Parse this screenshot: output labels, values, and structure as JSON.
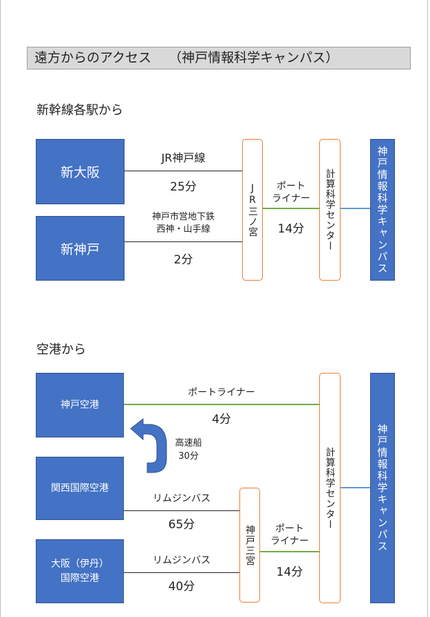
{
  "title": "遠方からのアクセス　 （神戸情報科学キャンパス）",
  "shinkansen": {
    "heading": "新幹線各駅から",
    "shin_osaka": {
      "station": "新大阪",
      "route": "JR神戸線",
      "time": "25分"
    },
    "shin_kobe": {
      "station": "新神戸",
      "route_line1": "神戸市営地下鉄",
      "route_line2": "西神・山手線",
      "time": "2分"
    },
    "transfer": "JR三ノ宮",
    "portliner": {
      "line1": "ポート",
      "line2": "ライナー",
      "time": "14分"
    },
    "center": "計算科学センター",
    "campus": "神戸情報科学キャンパス"
  },
  "airport": {
    "heading": "空港から",
    "kobe": {
      "station": "神戸空港",
      "route": "ポートライナー",
      "time": "4分"
    },
    "ferry": {
      "line1": "高速船",
      "line2": "30分"
    },
    "kansai": {
      "station": "関西国際空港",
      "route": "リムジンバス",
      "time": "65分"
    },
    "itami": {
      "station_line1": "大阪（伊丹）",
      "station_line2": "国際空港",
      "route": "リムジンバス",
      "time": "40分"
    },
    "transfer": "神戸三宮",
    "portliner": {
      "line1": "ポート",
      "line2": "ライナー",
      "time": "14分"
    },
    "center": "計算科学センター",
    "campus": "神戸情報科学キャンパス"
  },
  "colors": {
    "station_blue": "#4472c4",
    "box_orange": "#ed7d31",
    "portliner_green": "#70ad47",
    "connector_blue": "#5b9bd5",
    "title_gray": "#d9d9d9"
  },
  "icons": {
    "ferry_arrow": "u-turn-arrow-icon"
  }
}
